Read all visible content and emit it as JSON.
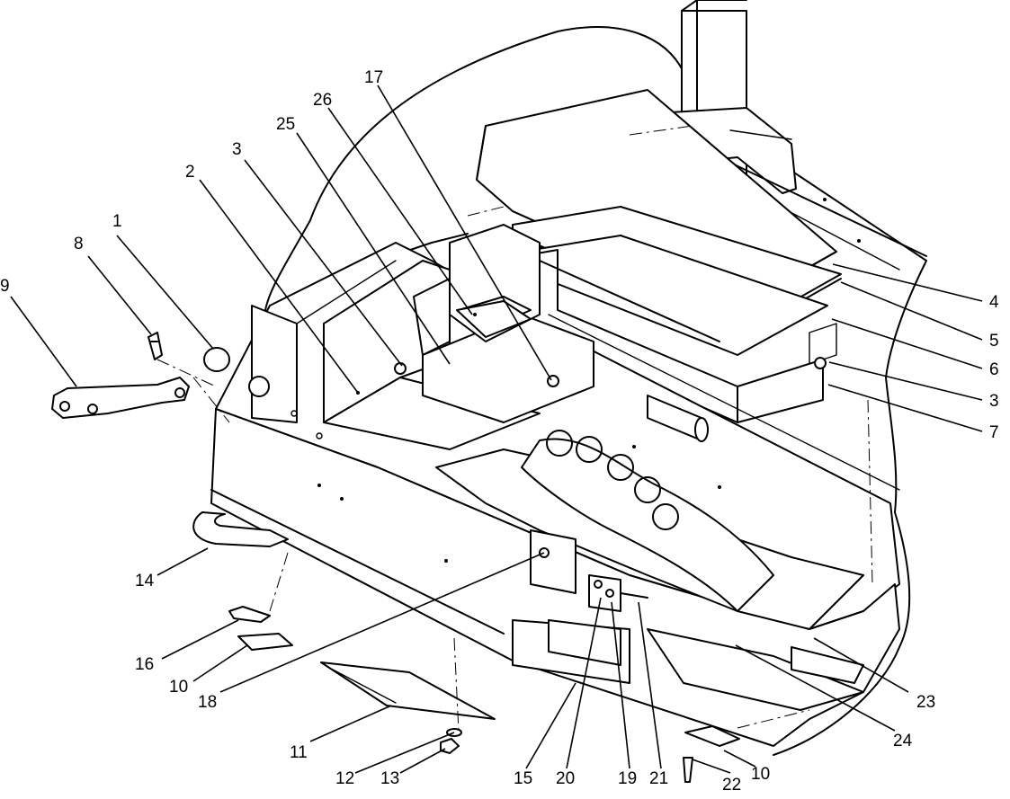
{
  "callouts": {
    "c1": "1",
    "c2": "2",
    "c3a": "3",
    "c3b": "3",
    "c4": "4",
    "c5": "5",
    "c6": "6",
    "c7": "7",
    "c8": "8",
    "c9": "9",
    "c10a": "10",
    "c10b": "10",
    "c11": "11",
    "c12": "12",
    "c13": "13",
    "c14": "14",
    "c15": "15",
    "c16": "16",
    "c17": "17",
    "c18": "18",
    "c19": "19",
    "c20": "20",
    "c21": "21",
    "c22": "22",
    "c23": "23",
    "c24": "24",
    "c25": "25",
    "c26": "26"
  }
}
